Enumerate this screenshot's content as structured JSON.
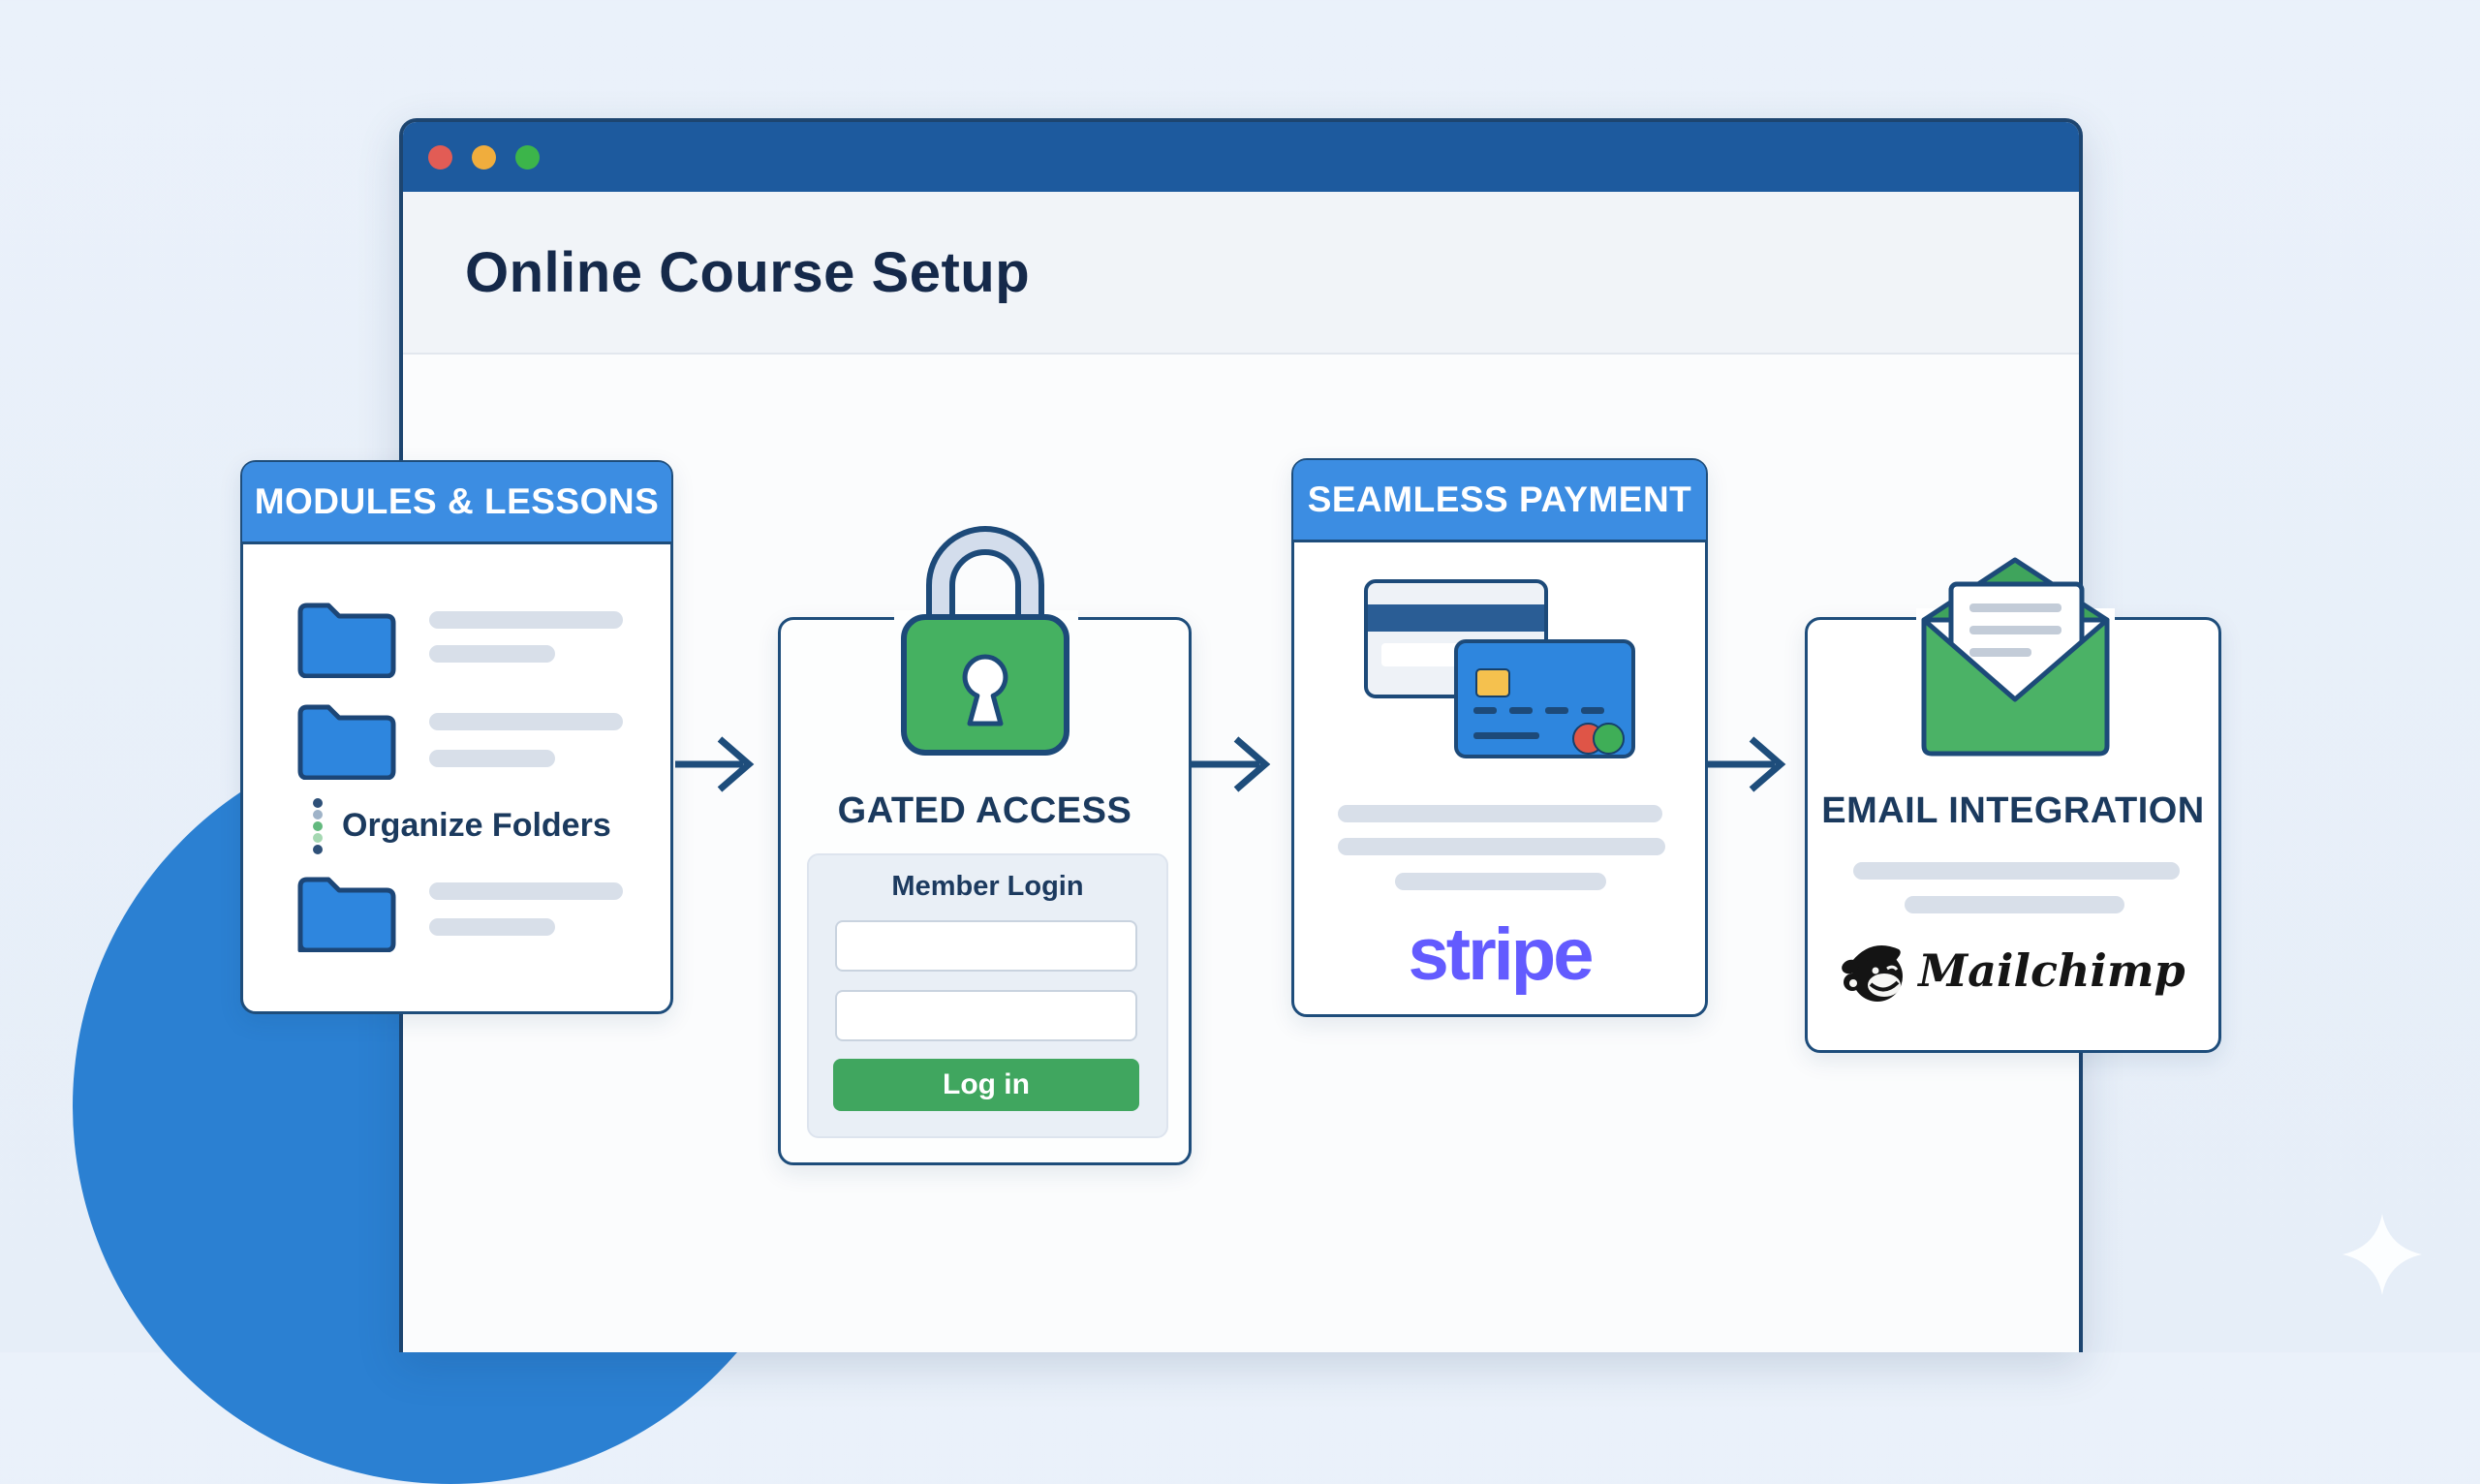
{
  "page": {
    "background_color": "#e9f0f9",
    "decorations": {
      "circle_color": "#2b80d2",
      "sparkle_color": "#fdfeff"
    }
  },
  "window": {
    "title": "Online Course Setup",
    "titlebar_color": "#1d5a9e",
    "traffic_lights": {
      "close_color": "#e25c55",
      "minimize_color": "#f0ad3d",
      "zoom_color": "#3cb54a"
    }
  },
  "flow": {
    "arrow_color": "#1e4d7b",
    "arrow_count": 3
  },
  "cards": [
    {
      "title": "MODULES & LESSONS",
      "header_color": "#3c8de2",
      "note": "Organize Folders",
      "folder_count": 3,
      "folder_color": "#2e86de"
    },
    {
      "title": "GATED ACCESS",
      "lock_color": "#45b161",
      "form": {
        "title": "Member Login",
        "username_value": "",
        "password_value": "",
        "button_label": "Log in",
        "button_color": "#40a65f"
      }
    },
    {
      "title": "SEAMLESS PAYMENT",
      "header_color": "#3c8de2",
      "brand": "stripe",
      "brand_color": "#635bff"
    },
    {
      "title": "EMAIL INTEGRATION",
      "envelope_color": "#4bb266",
      "brand": "Mailchimp",
      "brand_color": "#151515"
    }
  ]
}
